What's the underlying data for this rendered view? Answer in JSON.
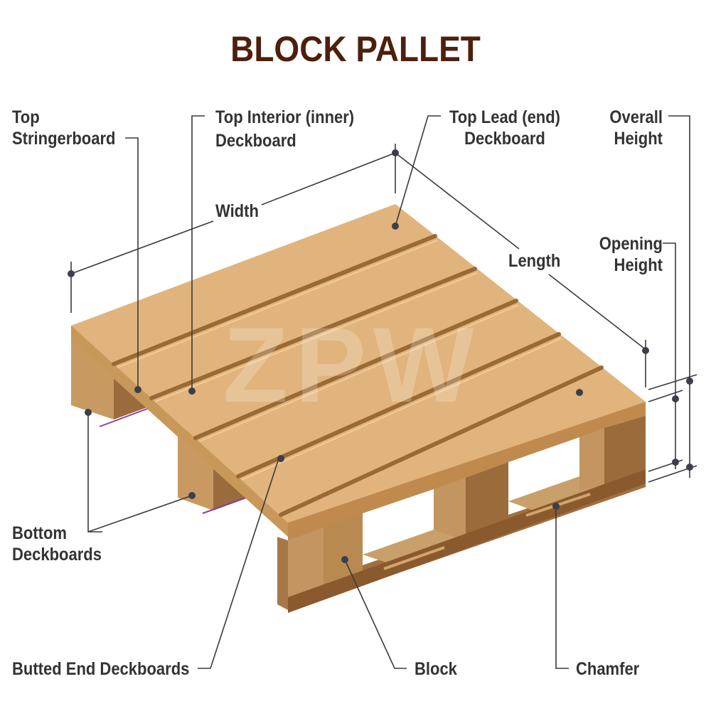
{
  "title": "BLOCK PALLET",
  "watermark": "ZPW",
  "colors": {
    "title": "#4e1f0e",
    "label_text": "#333333",
    "leader_line": "#3a3a3a",
    "deck_top": "#e0b47c",
    "deck_edge": "#c8975a",
    "deck_gap": "#9a6a34",
    "block_front": "#b88a52",
    "block_side": "#9a6c3c",
    "block_dark": "#7d5128",
    "bottom_shadow": "#8a3fa0"
  },
  "labels": {
    "top_stringerboard": {
      "line1": "Top",
      "line2": "Stringerboard"
    },
    "top_interior_deckboard": {
      "line1": "Top Interior (inner)",
      "line2": "Deckboard"
    },
    "top_lead_deckboard": {
      "line1": "Top Lead (end)",
      "line2": "Deckboard"
    },
    "overall_height": {
      "line1": "Overall",
      "line2": "Height"
    },
    "width": "Width",
    "length": "Length",
    "opening_height": {
      "line1": "Opening",
      "line2": "Height"
    },
    "bottom_deckboards": {
      "line1": "Bottom",
      "line2": "Deckboards"
    },
    "butted_end_deckboards": "Butted End Deckboards",
    "block": "Block",
    "chamfer": "Chamfer"
  }
}
